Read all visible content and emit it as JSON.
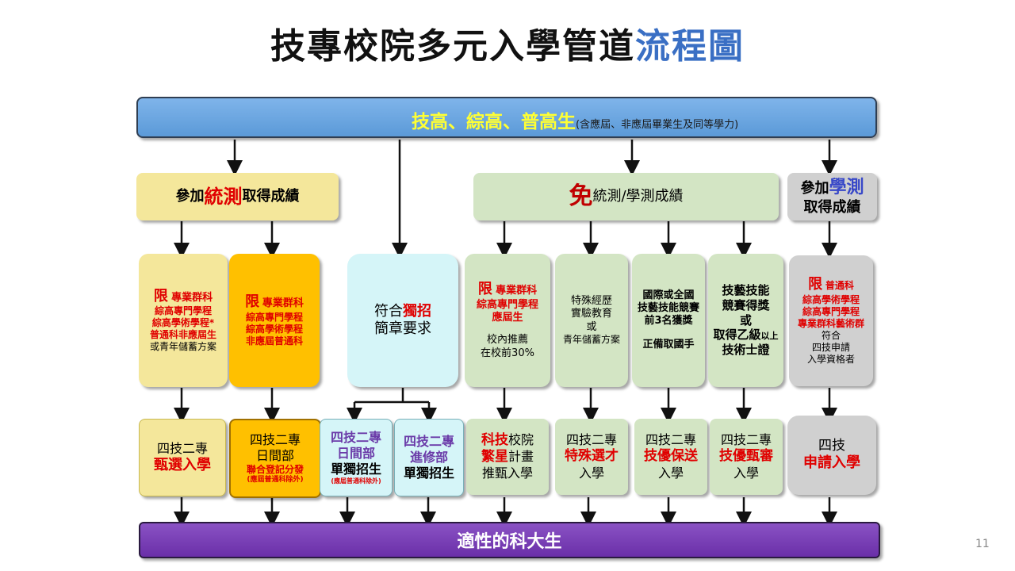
{
  "title": {
    "main": "技專校院多元入學管道",
    "highlight": "流程圖"
  },
  "top_bar": {
    "main": "技高、綜高、普高生",
    "note": "(含應屆、非應屆畢業生及同等學力)"
  },
  "group_tongce": {
    "prefix": "參加",
    "emph": "統測",
    "suffix": "取得成績"
  },
  "group_mian": {
    "emph": "免",
    "suffix": "統測/學測成績"
  },
  "group_xuece": {
    "prefix": "參加",
    "emph": "學測",
    "line2": "取得成績"
  },
  "mid": {
    "b1": {
      "red": "限",
      "l1": "專業群科",
      "l2": "綜高專門學程",
      "l3": "綜高學術學程*",
      "l4": "普通科非應屆生",
      "l5": "或青年儲蓄方案"
    },
    "b2": {
      "red": "限",
      "l1": "專業群科",
      "l2": "綜高專門學程",
      "l3": "綜高學術學程",
      "l4": "非應屆普通科"
    },
    "b3": {
      "l1a": "符合",
      "l1b": "獨招",
      "l2": "簡章要求"
    },
    "b4": {
      "red": "限",
      "l1": "專業群科",
      "l2": "綜高專門學程",
      "l3": "應屆生",
      "l4": "校內推薦",
      "l5": "在校前30%"
    },
    "b5": {
      "l1": "特殊經歷",
      "l2": "實驗教育",
      "l3": "或",
      "l4": "青年儲蓄方案"
    },
    "b6": {
      "l1": "國際或全國",
      "l2": "技藝技能競賽",
      "l3": "前3名獲獎",
      "l4": "正備取國手"
    },
    "b7": {
      "l1": "技藝技能",
      "l2": "競賽得獎",
      "l3": "或",
      "l4a": "取得乙級",
      "l4b": "以上",
      "l5": "技術士證"
    },
    "b8": {
      "red": "限",
      "l1": "普通科",
      "l2": "綜高學術學程",
      "l3": "綜高專門學程",
      "l4": "專業群科藝術群",
      "l5": "符合",
      "l6": "四技申請",
      "l7": "入學資格者"
    }
  },
  "bottom": {
    "p1": {
      "l1": "四技二專",
      "l2": "甄選入學"
    },
    "p2": {
      "l1": "四技二專",
      "l2": "日間部",
      "l3": "聯合登記分發",
      "l4": "(應屆普通科除外)"
    },
    "p3": {
      "l1": "四技二專",
      "l2": "日間部",
      "l3": "單獨招生",
      "l4": "(應屆普通科除外)"
    },
    "p4": {
      "l1": "四技二專",
      "l2": "進修部",
      "l3": "單獨招生"
    },
    "p5": {
      "l1a": "科技",
      "l1b": "校院",
      "l2a": "繁星",
      "l2b": "計畫",
      "l3": "推甄入學"
    },
    "p6": {
      "l1": "四技二專",
      "l2": "特殊選才",
      "l3": "入學"
    },
    "p7": {
      "l1": "四技二專",
      "l2": "技優保送",
      "l3": "入學"
    },
    "p8": {
      "l1": "四技二專",
      "l2": "技優甄審",
      "l3": "入學"
    },
    "p9": {
      "l1": "四技",
      "l2": "申請入學"
    }
  },
  "bottom_bar": "適性的科大生",
  "page_number": "11",
  "colors": {
    "top_bar": "#6aa6e0",
    "bottom_bar": "#7a40b8",
    "yellow_light": "#f4e79b",
    "orange": "#ffc000",
    "cyan": "#d5f5f8",
    "green_light": "#d3e5c4",
    "gray": "#d0d0d0"
  }
}
